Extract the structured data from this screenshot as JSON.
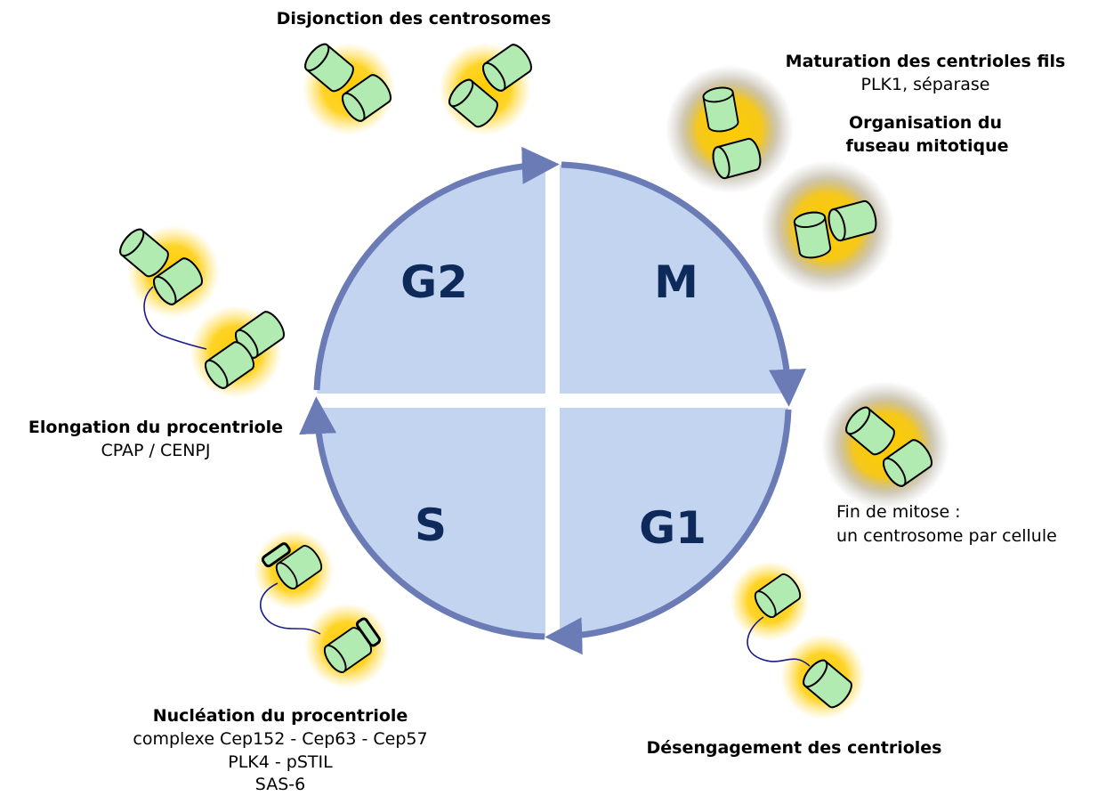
{
  "colors": {
    "quadrant_fill": "#c2d4f0",
    "ring": "#6a7bb5",
    "phase_text": "#0e2a5a",
    "centriole_fill": "#b2ebb2",
    "halo": "#ffcc00",
    "linker": "#1a1a8c"
  },
  "phases": {
    "g2": "G2",
    "m": "M",
    "s": "S",
    "g1": "G1"
  },
  "labels": {
    "disjonction": "Disjonction des centrosomes",
    "maturation_title": "Maturation des centrioles fils",
    "maturation_sub": "PLK1, séparase",
    "organisation_line1": "Organisation du",
    "organisation_line2": "fuseau mitotique",
    "fin_line1": "Fin de mitose :",
    "fin_line2": "un centrosome par cellule",
    "desengagement": "Désengagement des centrioles",
    "nucleation_title": "Nucléation du procentriole",
    "nucleation_line1": "complexe Cep152 - Cep63 - Cep57",
    "nucleation_line2": "PLK4 - pSTIL",
    "nucleation_line3": "SAS-6",
    "elongation_title": "Elongation du procentriole",
    "elongation_sub": "CPAP / CENPJ"
  }
}
